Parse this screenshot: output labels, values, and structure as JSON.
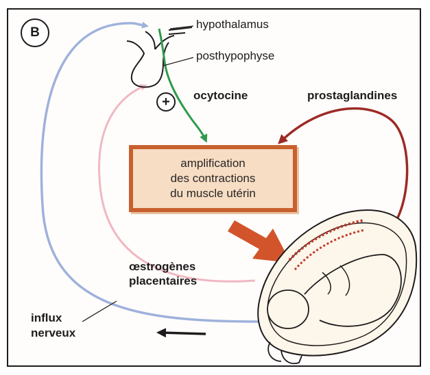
{
  "panel_label": "B",
  "labels": {
    "hypothalamus": "hypothalamus",
    "posthypophyse": "posthypophyse",
    "ocytocine": "ocytocine",
    "prostaglandines": "prostaglandines",
    "oestrogenes_line1": "œstrogènes",
    "oestrogenes_line2": "placentaires",
    "influx_line1": "influx",
    "influx_line2": "nerveux"
  },
  "plus_sign": "+",
  "box": {
    "line1": "amplification",
    "line2": "des contractions",
    "line3": "du muscle utérin"
  },
  "colors": {
    "nerve_pathway": "#9fb1dc",
    "oestrogen_pathway": "#f0b8c2",
    "oxytocin_pathway": "#2f9a4c",
    "prostaglandin_pathway": "#9d2a25",
    "amplification_box_fill": "#f6ddc3",
    "amplification_box_border": "#c8602e",
    "big_arrow": "#d2542b"
  },
  "icons": [
    "pituitary-gland-icon",
    "pregnant-uterus-icon",
    "plus-circle-icon"
  ]
}
